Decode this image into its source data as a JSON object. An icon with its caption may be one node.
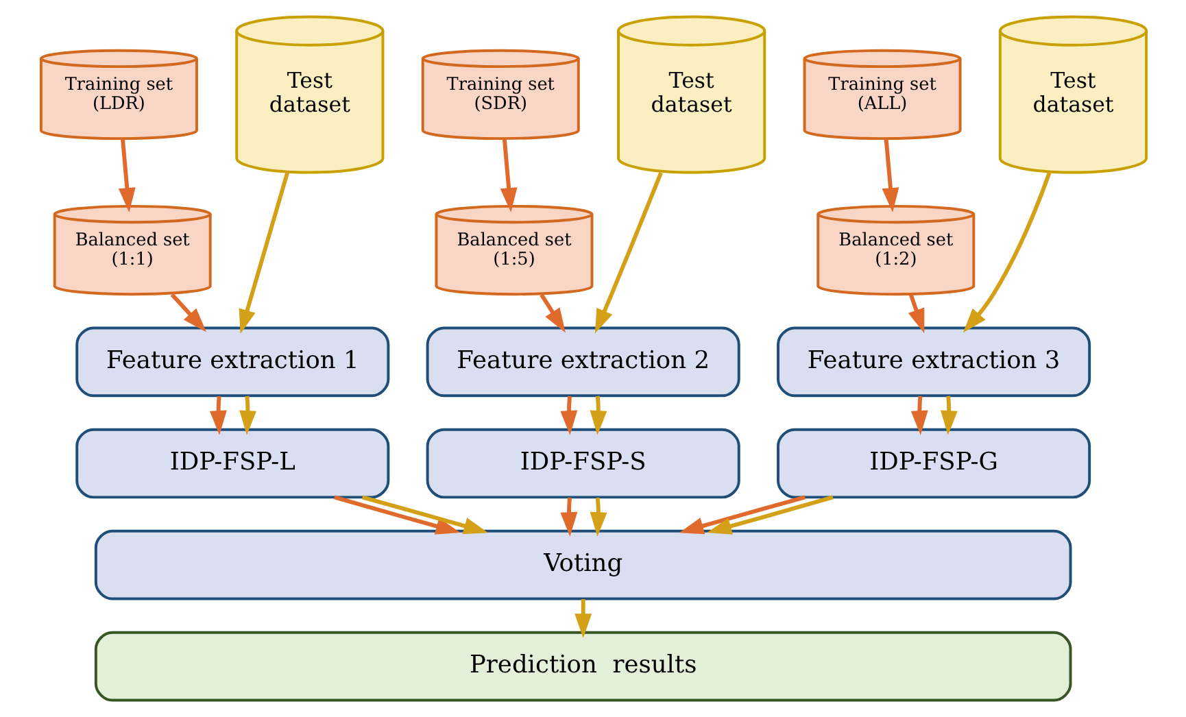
{
  "diagram": {
    "nodes": [
      {
        "text": [
          "Training set (LDR)"
        ]
      },
      {
        "text": [
          "Test dataset"
        ]
      },
      {
        "text": [
          "Training set (SDR)"
        ]
      },
      {
        "text": [
          "Test dataset"
        ]
      },
      {
        "text": [
          "Training set (ALL)"
        ]
      },
      {
        "text": [
          "Test dataset"
        ]
      },
      {
        "text": [
          "Balanced set (1:1)"
        ]
      },
      {
        "text": [
          "Balanced set (1:5)"
        ]
      },
      {
        "text": [
          "Balanced set (1:2)"
        ]
      },
      {
        "text": [
          "Feature extraction 1"
        ]
      },
      {
        "text": [
          "Feature extraction 2"
        ]
      },
      {
        "text": [
          "Feature extraction 3"
        ]
      },
      {
        "text": [
          "IDP-FSP-L"
        ]
      },
      {
        "text": [
          "IDP-FSP-S"
        ]
      },
      {
        "text": [
          "IDP-FSP-G"
        ]
      },
      {
        "text": [
          "Voting"
        ]
      },
      {
        "text": [
          "Prediction  results"
        ]
      }
    ],
    "edges": [
      {
        "from": 0,
        "to": 6,
        "arrow": "to"
      },
      {
        "from": 2,
        "to": 7,
        "arrow": "to"
      },
      {
        "from": 4,
        "to": 8,
        "arrow": "to"
      },
      {
        "from": 6,
        "to": 9,
        "arrow": "to"
      },
      {
        "from": 1,
        "to": 9,
        "arrow": "to",
        "color": "#d4a017"
      },
      {
        "from": 7,
        "to": 10,
        "arrow": "to"
      },
      {
        "from": 3,
        "to": 10,
        "arrow": "to",
        "color": "#d4a017"
      },
      {
        "from": 8,
        "to": 11,
        "arrow": "to"
      },
      {
        "from": 5,
        "to": 11,
        "arrow": "to",
        "color": "#d4a017"
      },
      {
        "from": 9,
        "to": 12,
        "arrow": "to"
      },
      {
        "from": 9,
        "to": 12,
        "arrow": "to",
        "color": "#d4a017"
      },
      {
        "from": 10,
        "to": 13,
        "arrow": "to"
      },
      {
        "from": 10,
        "to": 13,
        "arrow": "to",
        "color": "#d4a017"
      },
      {
        "from": 11,
        "to": 14,
        "arrow": "to"
      },
      {
        "from": 11,
        "to": 14,
        "arrow": "to",
        "color": "#d4a017"
      },
      {
        "from": 12,
        "to": 15,
        "arrow": "to"
      },
      {
        "from": 12,
        "to": 15,
        "arrow": "to",
        "color": "#d4a017"
      },
      {
        "from": 13,
        "to": 15,
        "arrow": "to"
      },
      {
        "from": 13,
        "to": 15,
        "arrow": "to",
        "color": "#d4a017"
      },
      {
        "from": 14,
        "to": 15,
        "arrow": "to"
      },
      {
        "from": 14,
        "to": 15,
        "arrow": "to",
        "color": "#d4a017"
      },
      {
        "from": 15,
        "to": 16,
        "arrow": "to",
        "color": "#d4a017"
      }
    ]
  }
}
